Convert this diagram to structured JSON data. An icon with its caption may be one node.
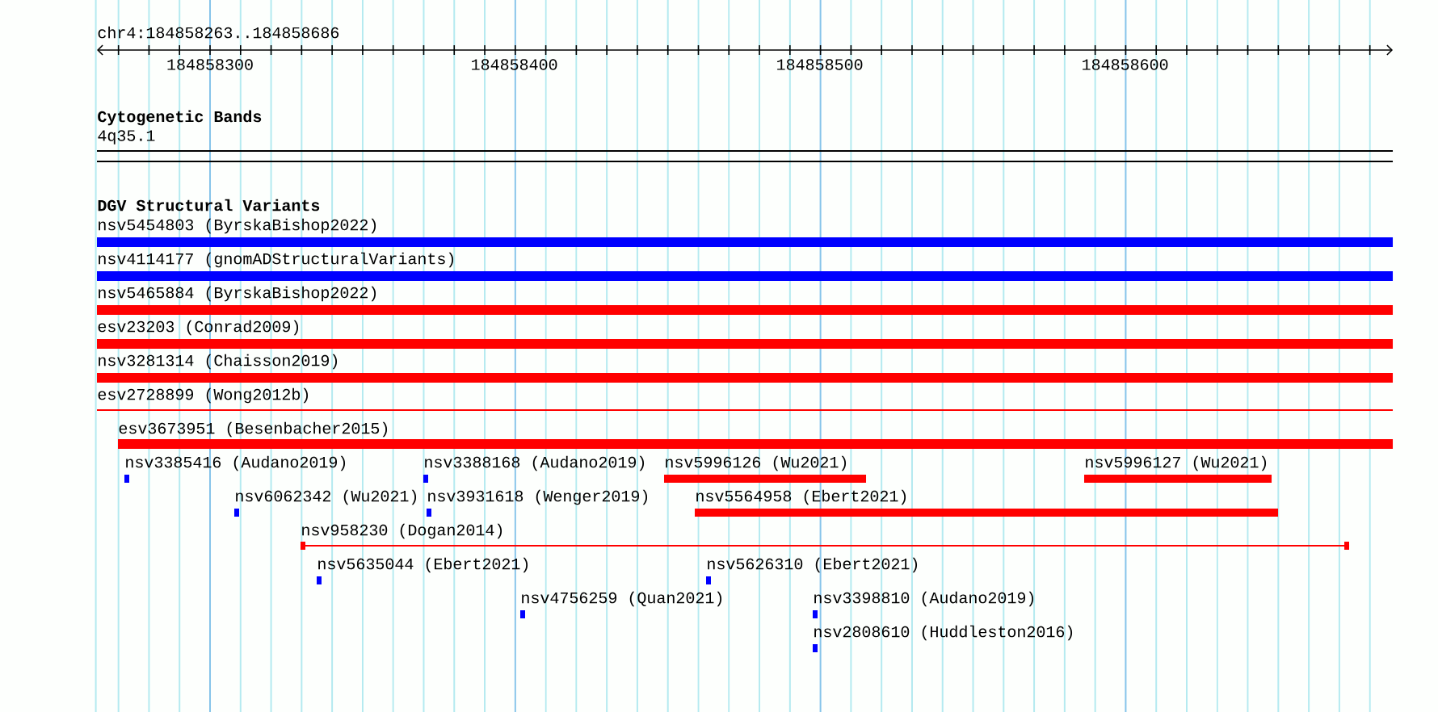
{
  "diagram": {
    "nodes": [
      {
        "text": [
          "4q35.1"
        ]
      },
      {
        "text": [
          "nsv5454803 (ByrskaBishop2022)"
        ]
      },
      {
        "text": [
          "nsv4114177 (gnomADStructuralVariants)"
        ]
      },
      {
        "text": [
          "nsv5465884 (ByrskaBishop2022)"
        ]
      },
      {
        "text": [
          "esv23203 (Conrad2009)"
        ]
      },
      {
        "text": [
          "nsv3281314 (Chaisson2019)"
        ]
      },
      {
        "text": [
          "esv2728899 (Wong2012b)"
        ]
      },
      {
        "text": [
          "esv3673951 (Besenbacher2015)"
        ]
      },
      {
        "text": [
          "nsv3385416 (Audano2019)"
        ]
      },
      {
        "text": [
          "nsv3388168 (Audano2019)"
        ]
      },
      {
        "text": [
          "nsv5996126 (Wu2021)"
        ]
      },
      {
        "text": [
          "nsv5996127 (Wu2021)"
        ]
      },
      {
        "text": [
          "nsv6062342 (Wu2021)"
        ]
      },
      {
        "text": [
          "nsv3931618 (Wenger2019)"
        ]
      },
      {
        "text": [
          "nsv5564958 (Ebert2021)"
        ]
      },
      {
        "text": [
          "nsv958230 (Dogan2014)"
        ]
      },
      {
        "text": [
          "nsv5635044 (Ebert2021)"
        ]
      },
      {
        "text": [
          "nsv5626310 (Ebert2021)"
        ]
      },
      {
        "text": [
          "nsv4756259 (Quan2021)"
        ]
      },
      {
        "text": [
          "nsv3398810 (Audano2019)"
        ]
      },
      {
        "text": [
          "nsv2808610 (Huddleston2016)"
        ]
      }
    ],
    "labels": [
      "chr4:184858263..184858686",
      "184858300",
      "184858400",
      "184858500",
      "184858600",
      "Cytogenetic Bands",
      "DGV Structural Variants"
    ]
  }
}
